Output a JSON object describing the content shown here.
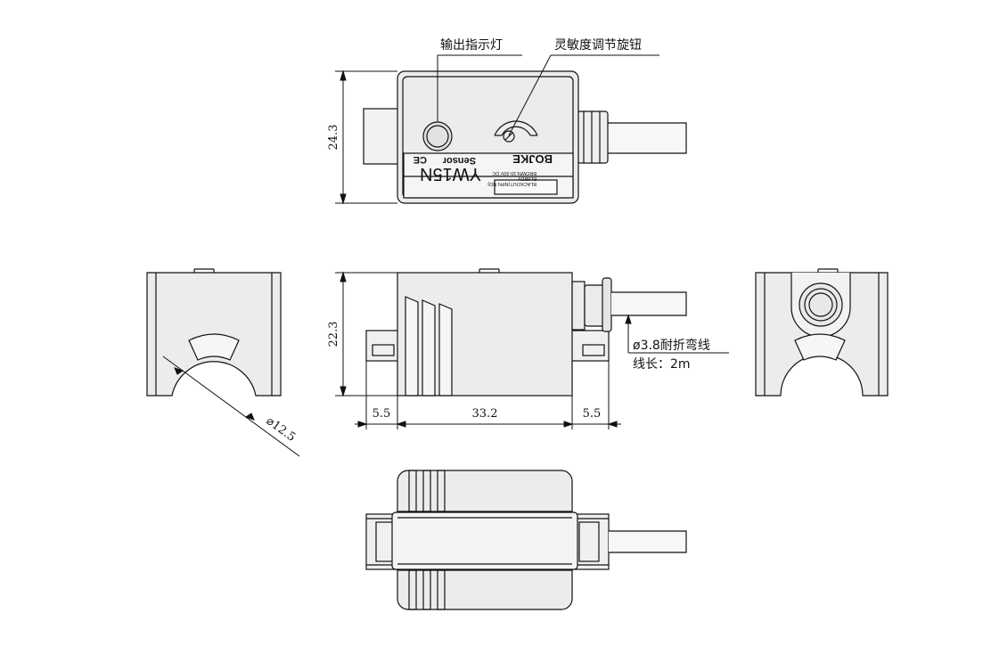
{
  "labels": {
    "output_indicator": "输出指示灯",
    "sensitivity_knob": "灵敏度调节旋钮",
    "cable_note_line1": "ø3.8耐折弯线",
    "cable_note_line2": "线长：2m"
  },
  "dimensions": {
    "height_top_view": "24.3",
    "height_side_view": "22.3",
    "width_body": "33.2",
    "tab_left": "5.5",
    "tab_right": "5.5",
    "groove_diameter": "⌀12.5"
  },
  "device_label": {
    "model": "YW15N",
    "line1": "BLACKOUT(NPN NO)",
    "line2": "BL6BDV",
    "line3": "BROWN:10-30V DC",
    "brand": "BOJKE",
    "brand_suffix": "Sensor",
    "cert": "CE"
  }
}
